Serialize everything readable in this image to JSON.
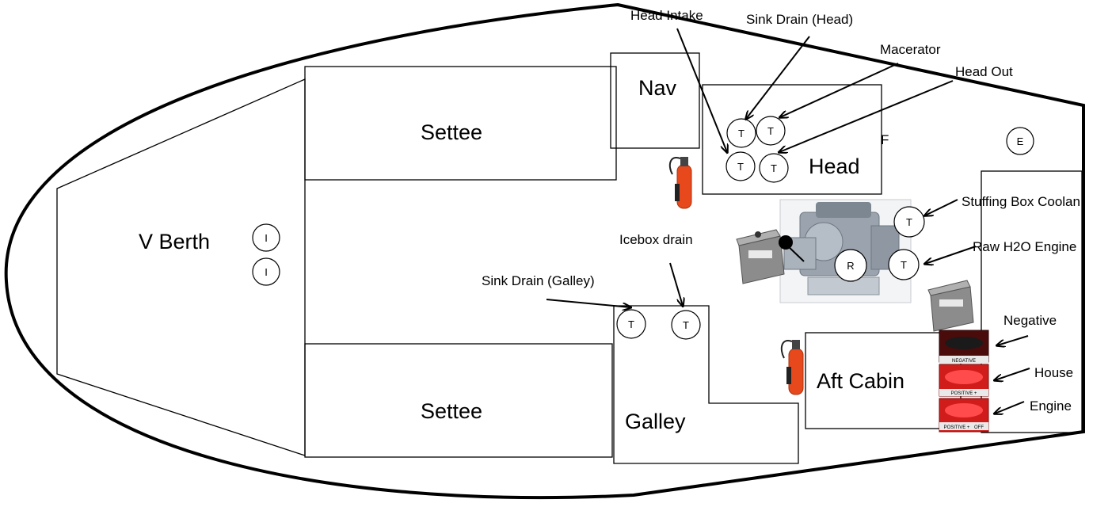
{
  "rooms": {
    "v_berth": "V Berth",
    "settee_top": "Settee",
    "settee_bottom": "Settee",
    "nav": "Nav",
    "head": "Head",
    "galley": "Galley",
    "aft_cabin": "Aft Cabin"
  },
  "callouts": {
    "head_intake": "Head Intake",
    "sink_drain_head": "Sink Drain (Head)",
    "macerator": "Macerator",
    "head_out": "Head Out",
    "stuffing_box": "Stuffing Box Coolan",
    "raw_h2o_engine": "Raw H2O Engine",
    "icebox_drain": "Icebox drain",
    "sink_drain_galley": "Sink Drain (Galley)",
    "negative": "Negative",
    "house": "House",
    "engine": "Engine",
    "stray_f": "F"
  },
  "markers": {
    "intake": "I",
    "through_hull": "T",
    "engine": "E",
    "raw": "R"
  },
  "switch_labels": {
    "negative": "NEGATIVE",
    "positive": "POSITIVE +",
    "off": "OFF"
  },
  "colors": {
    "line": "#000000",
    "extinguisher": "#e8491c",
    "switch_red": "#d11c1c",
    "battery": "#8c8c8c"
  }
}
